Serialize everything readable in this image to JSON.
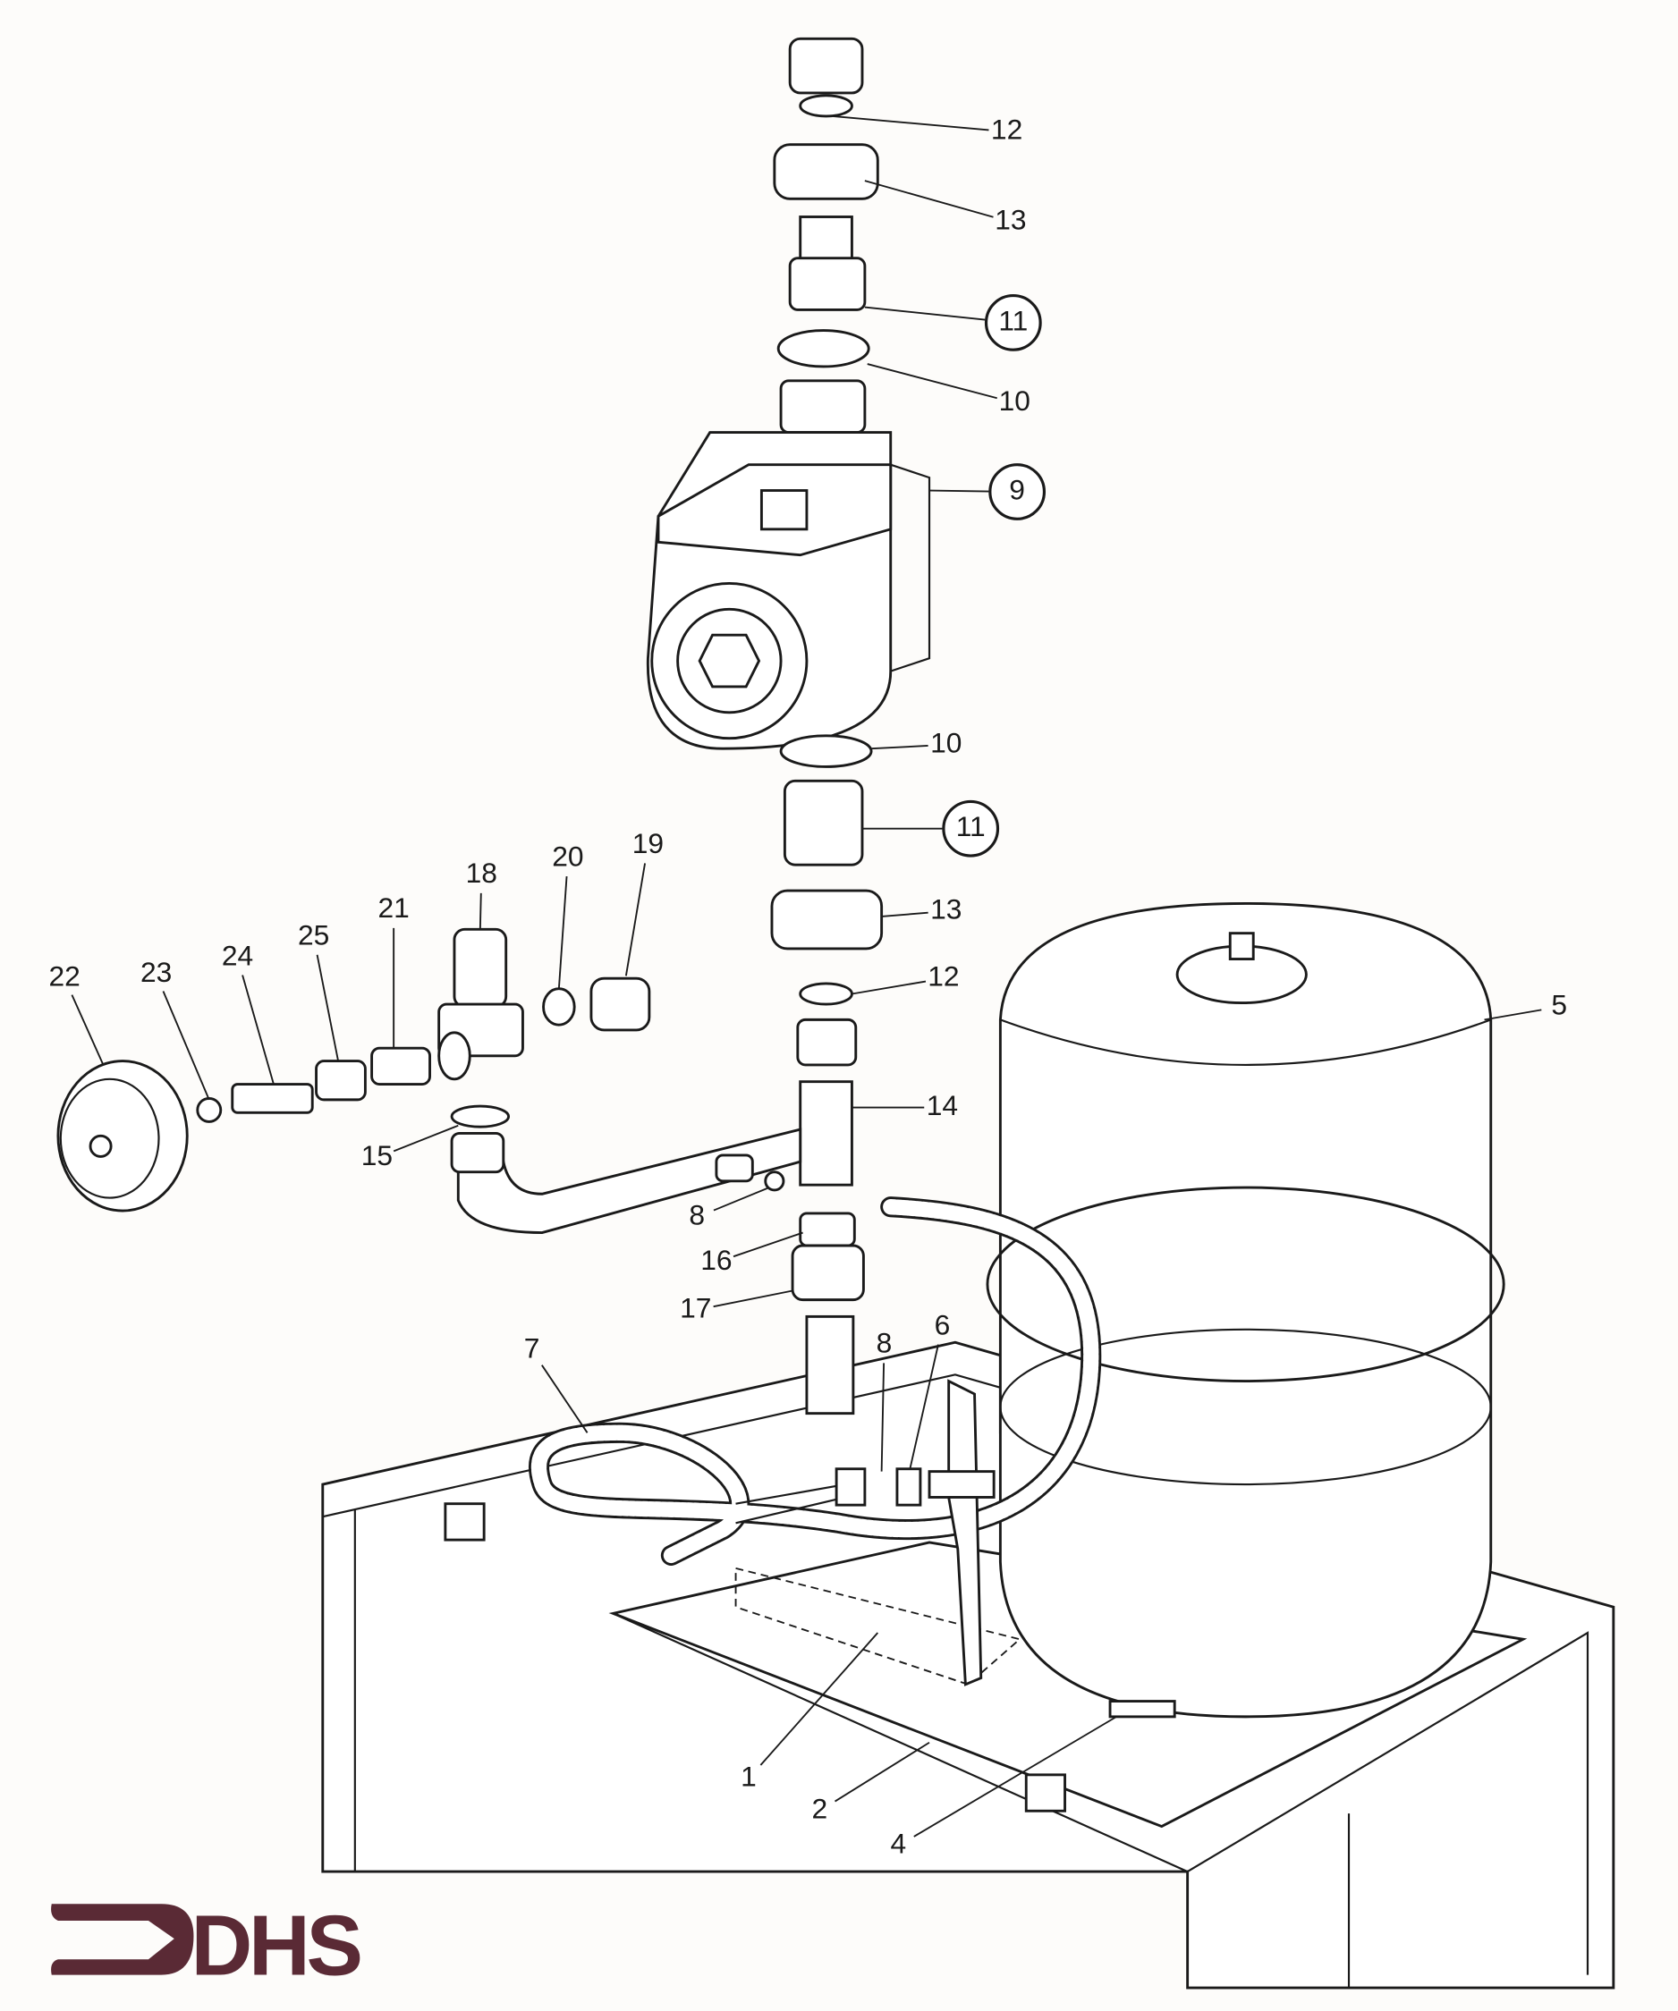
{
  "diagram": {
    "type": "exploded parts diagram",
    "logo_text": "DHS",
    "colors": {
      "logo": "#5a2a35",
      "ink": "#1a1a1a",
      "paper": "#fdfcfa"
    },
    "labels": [
      {
        "text": "12",
        "circled": false
      },
      {
        "text": "13",
        "circled": false
      },
      {
        "text": "11",
        "circled": true
      },
      {
        "text": "10",
        "circled": false
      },
      {
        "text": "9",
        "circled": true
      },
      {
        "text": "10",
        "circled": false
      },
      {
        "text": "11",
        "circled": true
      },
      {
        "text": "13",
        "circled": false
      },
      {
        "text": "12",
        "circled": false
      },
      {
        "text": "5",
        "circled": false
      },
      {
        "text": "14",
        "circled": false
      },
      {
        "text": "22",
        "circled": false
      },
      {
        "text": "23",
        "circled": false
      },
      {
        "text": "24",
        "circled": false
      },
      {
        "text": "25",
        "circled": false
      },
      {
        "text": "21",
        "circled": false
      },
      {
        "text": "18",
        "circled": false
      },
      {
        "text": "20",
        "circled": false
      },
      {
        "text": "19",
        "circled": false
      },
      {
        "text": "15",
        "circled": false
      },
      {
        "text": "8",
        "circled": false
      },
      {
        "text": "16",
        "circled": false
      },
      {
        "text": "17",
        "circled": false
      },
      {
        "text": "7",
        "circled": false
      },
      {
        "text": "8",
        "circled": false
      },
      {
        "text": "6",
        "circled": false
      },
      {
        "text": "1",
        "circled": false
      },
      {
        "text": "2",
        "circled": false
      },
      {
        "text": "4",
        "circled": false
      }
    ]
  }
}
